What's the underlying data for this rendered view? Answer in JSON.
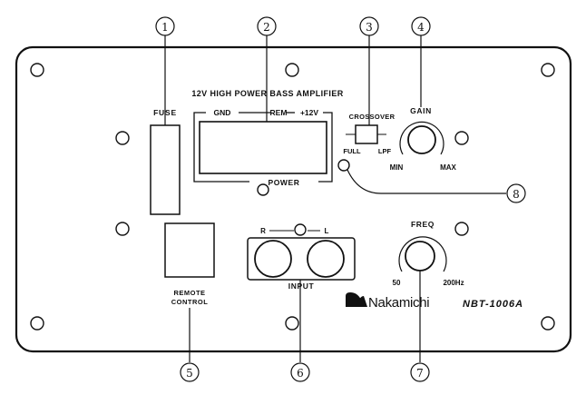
{
  "title": "12V HIGH POWER BASS AMPLIFIER",
  "labels": {
    "fuse": "FUSE",
    "gnd": "GND",
    "rem": "REM",
    "plus12v": "+12V",
    "power": "POWER",
    "crossover": "CROSSOVER",
    "full": "FULL",
    "lpf": "LPF",
    "gain": "GAIN",
    "gain_min": "MIN",
    "gain_max": "MAX",
    "remote_control_line1": "REMOTE",
    "remote_control_line2": "CONTROL",
    "input_r": "R",
    "input_l": "L",
    "input": "INPUT",
    "freq": "FREQ",
    "freq_min": "50",
    "freq_max": "200Hz",
    "brand": "Nakamichi",
    "model": "NBT-1006A"
  },
  "callouts": [
    "①",
    "②",
    "③",
    "④",
    "⑤",
    "⑥",
    "⑦",
    "⑧"
  ],
  "colors": {
    "ink": "#111111",
    "background": "#ffffff"
  }
}
